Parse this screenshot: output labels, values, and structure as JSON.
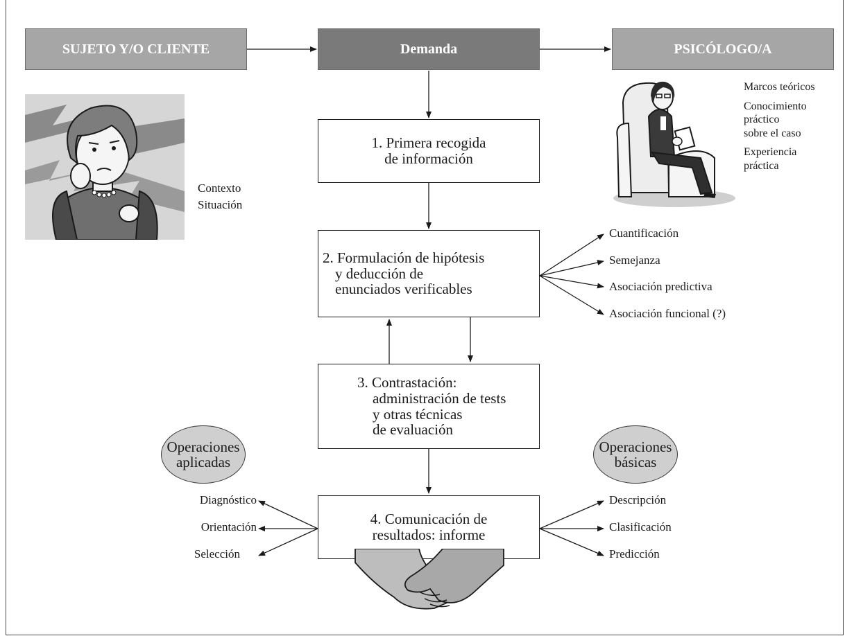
{
  "headers": {
    "client": "SUJETO Y/O CLIENTE",
    "demand": "Demanda",
    "psychologist": "PSICÓLOGO/A"
  },
  "client_context": [
    "Contexto",
    "Situación"
  ],
  "psychologist_resources": [
    "Marcos teóricos",
    "Conocimiento",
    "práctico",
    "sobre el caso",
    "Experiencia",
    "práctica"
  ],
  "steps": {
    "step1": [
      "1.  Primera recogida",
      "de información"
    ],
    "step2": [
      "2.  Formulación de hipótesis",
      "y deducción de",
      "enunciados verificables"
    ],
    "step3": [
      "3.  Contrastación:",
      "administración de tests",
      "y otras técnicas",
      "de evaluación"
    ],
    "step4": [
      "4.  Comunicación de",
      "resultados: informe"
    ]
  },
  "hypothesis_types": [
    "Cuantificación",
    "Semejanza",
    "Asociación predictiva",
    "Asociación funcional (?)"
  ],
  "applied_operations": {
    "title": [
      "Operaciones",
      "aplicadas"
    ],
    "items": [
      "Diagnóstico",
      "Orientación",
      "Selección"
    ]
  },
  "basic_operations": {
    "title": [
      "Operaciones",
      "básicas"
    ],
    "items": [
      "Descripción",
      "Clasificación",
      "Predicción"
    ]
  },
  "colors": {
    "header_client": "#a6a6a6",
    "header_demand": "#7a7a7a",
    "header_psychologist": "#a6a6a6",
    "oval_fill": "#cfcfcf"
  },
  "illustrations": [
    "worried-woman-illustration",
    "psychologist-in-armchair-illustration",
    "handshake-illustration"
  ]
}
